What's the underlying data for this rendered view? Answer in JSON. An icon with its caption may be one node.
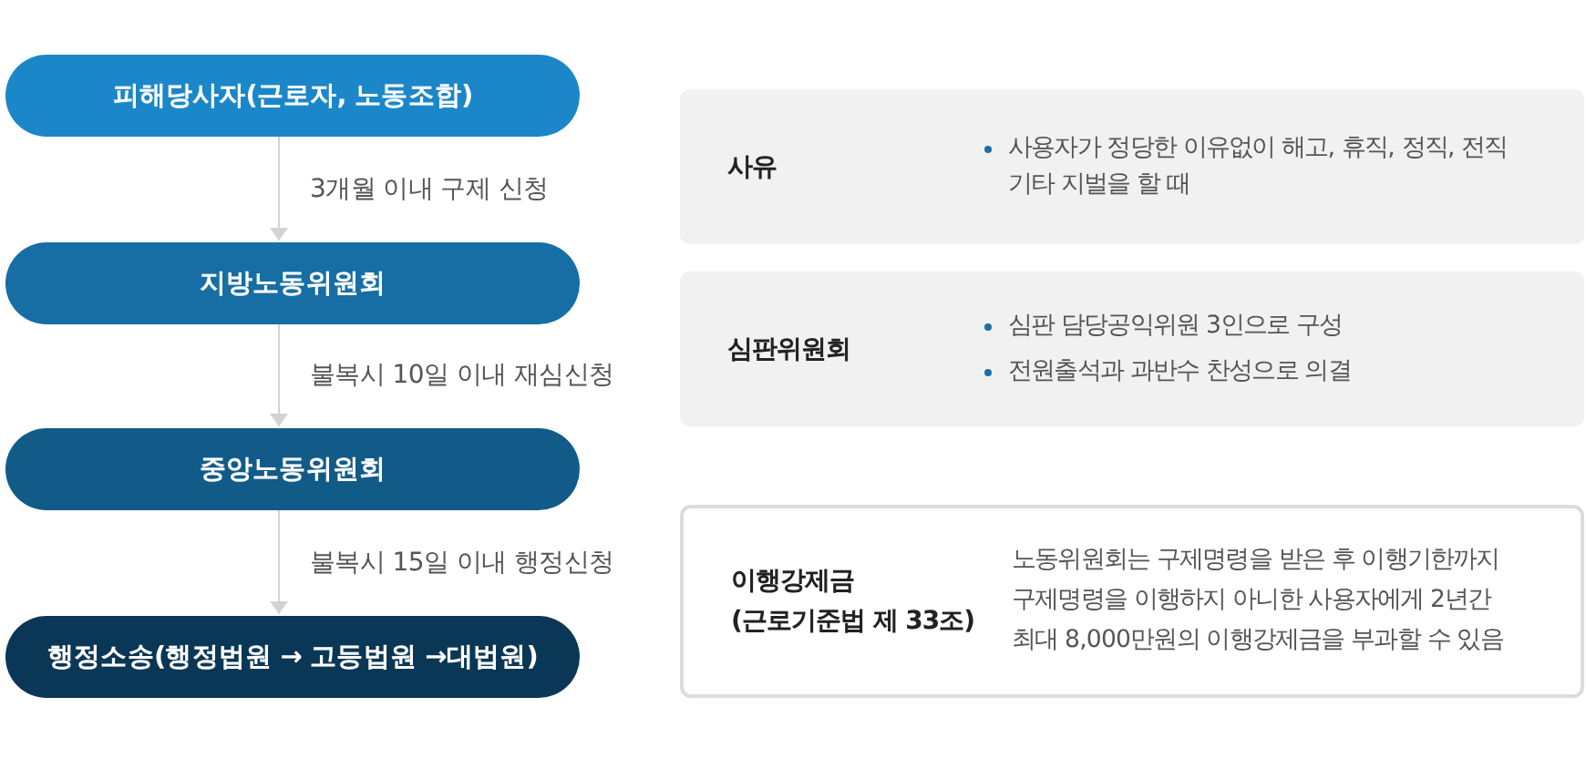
{
  "diagram": {
    "nodes": [
      {
        "text": [
          "피해당사자(근로자, 노동조합)"
        ]
      },
      {
        "text": [
          "지방노동위원회"
        ]
      },
      {
        "text": [
          "중앙노동위원회"
        ]
      },
      {
        "text": [
          "행정소송(행정법원 → 고등법원 →대법원)"
        ]
      },
      {
        "text": [
          "사유",
          "사용자가 정당한 이유없이 해고, 휴직, 정직, 전직 기타 지벌을 할 때"
        ]
      },
      {
        "text": [
          "심판위원회",
          "심판 담당공익위원 3인으로 구성",
          "전원출석과 과반수 찬성으로 의결"
        ]
      },
      {
        "text": [
          "이행강제금 (근로기준법 제 33조)",
          "노동위원회는 구제명령을 받은 후 이행기한까지 구제명령을 이행하지 아니한 사용자에게 2년간 최대 8,000만원의 이행강제금을 부과할 수 있음"
        ]
      }
    ],
    "edges": [
      {
        "from": 0,
        "to": 1,
        "arrow": "to",
        "label": "3개월 이내 구제 신청"
      },
      {
        "from": 1,
        "to": 2,
        "arrow": "to",
        "label": "불복시 10일 이내 재심신청"
      },
      {
        "from": 2,
        "to": 3,
        "arrow": "to",
        "label": "불복시 15일 이내 행정신청"
      }
    ]
  }
}
